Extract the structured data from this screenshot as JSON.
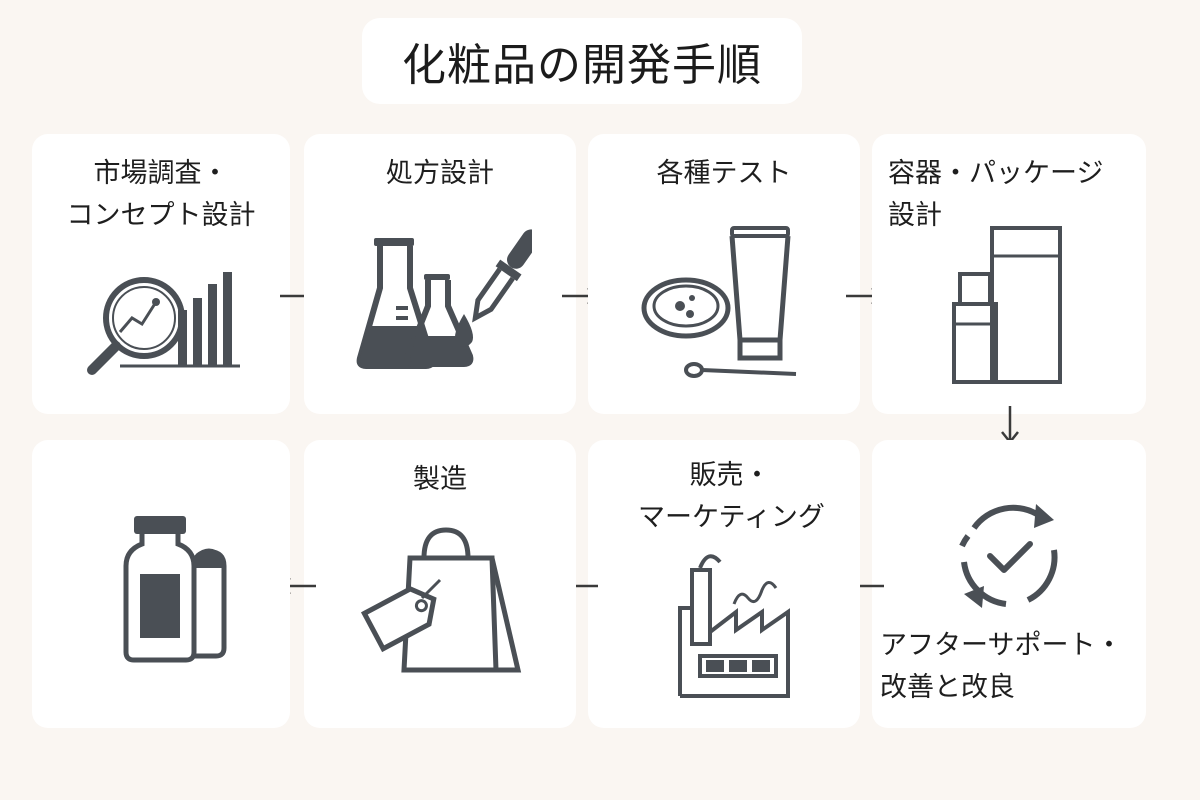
{
  "title": "化粧品の開発手順",
  "steps": [
    {
      "line1": "市場調査・",
      "line2": "コンセプト設計",
      "icon": "market-research-icon"
    },
    {
      "line1": "処方設計",
      "icon": "lab-flask-icon"
    },
    {
      "line1": "各種テスト",
      "icon": "test-petri-dish-icon"
    },
    {
      "line1": "容器・パッケージ",
      "line2": "設計",
      "icon": "containers-icon"
    },
    {
      "line1": "アフターサポート・",
      "line2": "改善と改良",
      "icon": "cycle-check-icon"
    },
    {
      "line1": "販売・",
      "line2": "マーケティング",
      "icon": "factory-icon"
    },
    {
      "line1": "製造",
      "icon": "shopping-bag-icon"
    },
    {
      "icon": "product-bottle-icon"
    }
  ],
  "colors": {
    "icon": "#4a4f55",
    "background": "#faf6f2",
    "card": "#ffffff"
  }
}
